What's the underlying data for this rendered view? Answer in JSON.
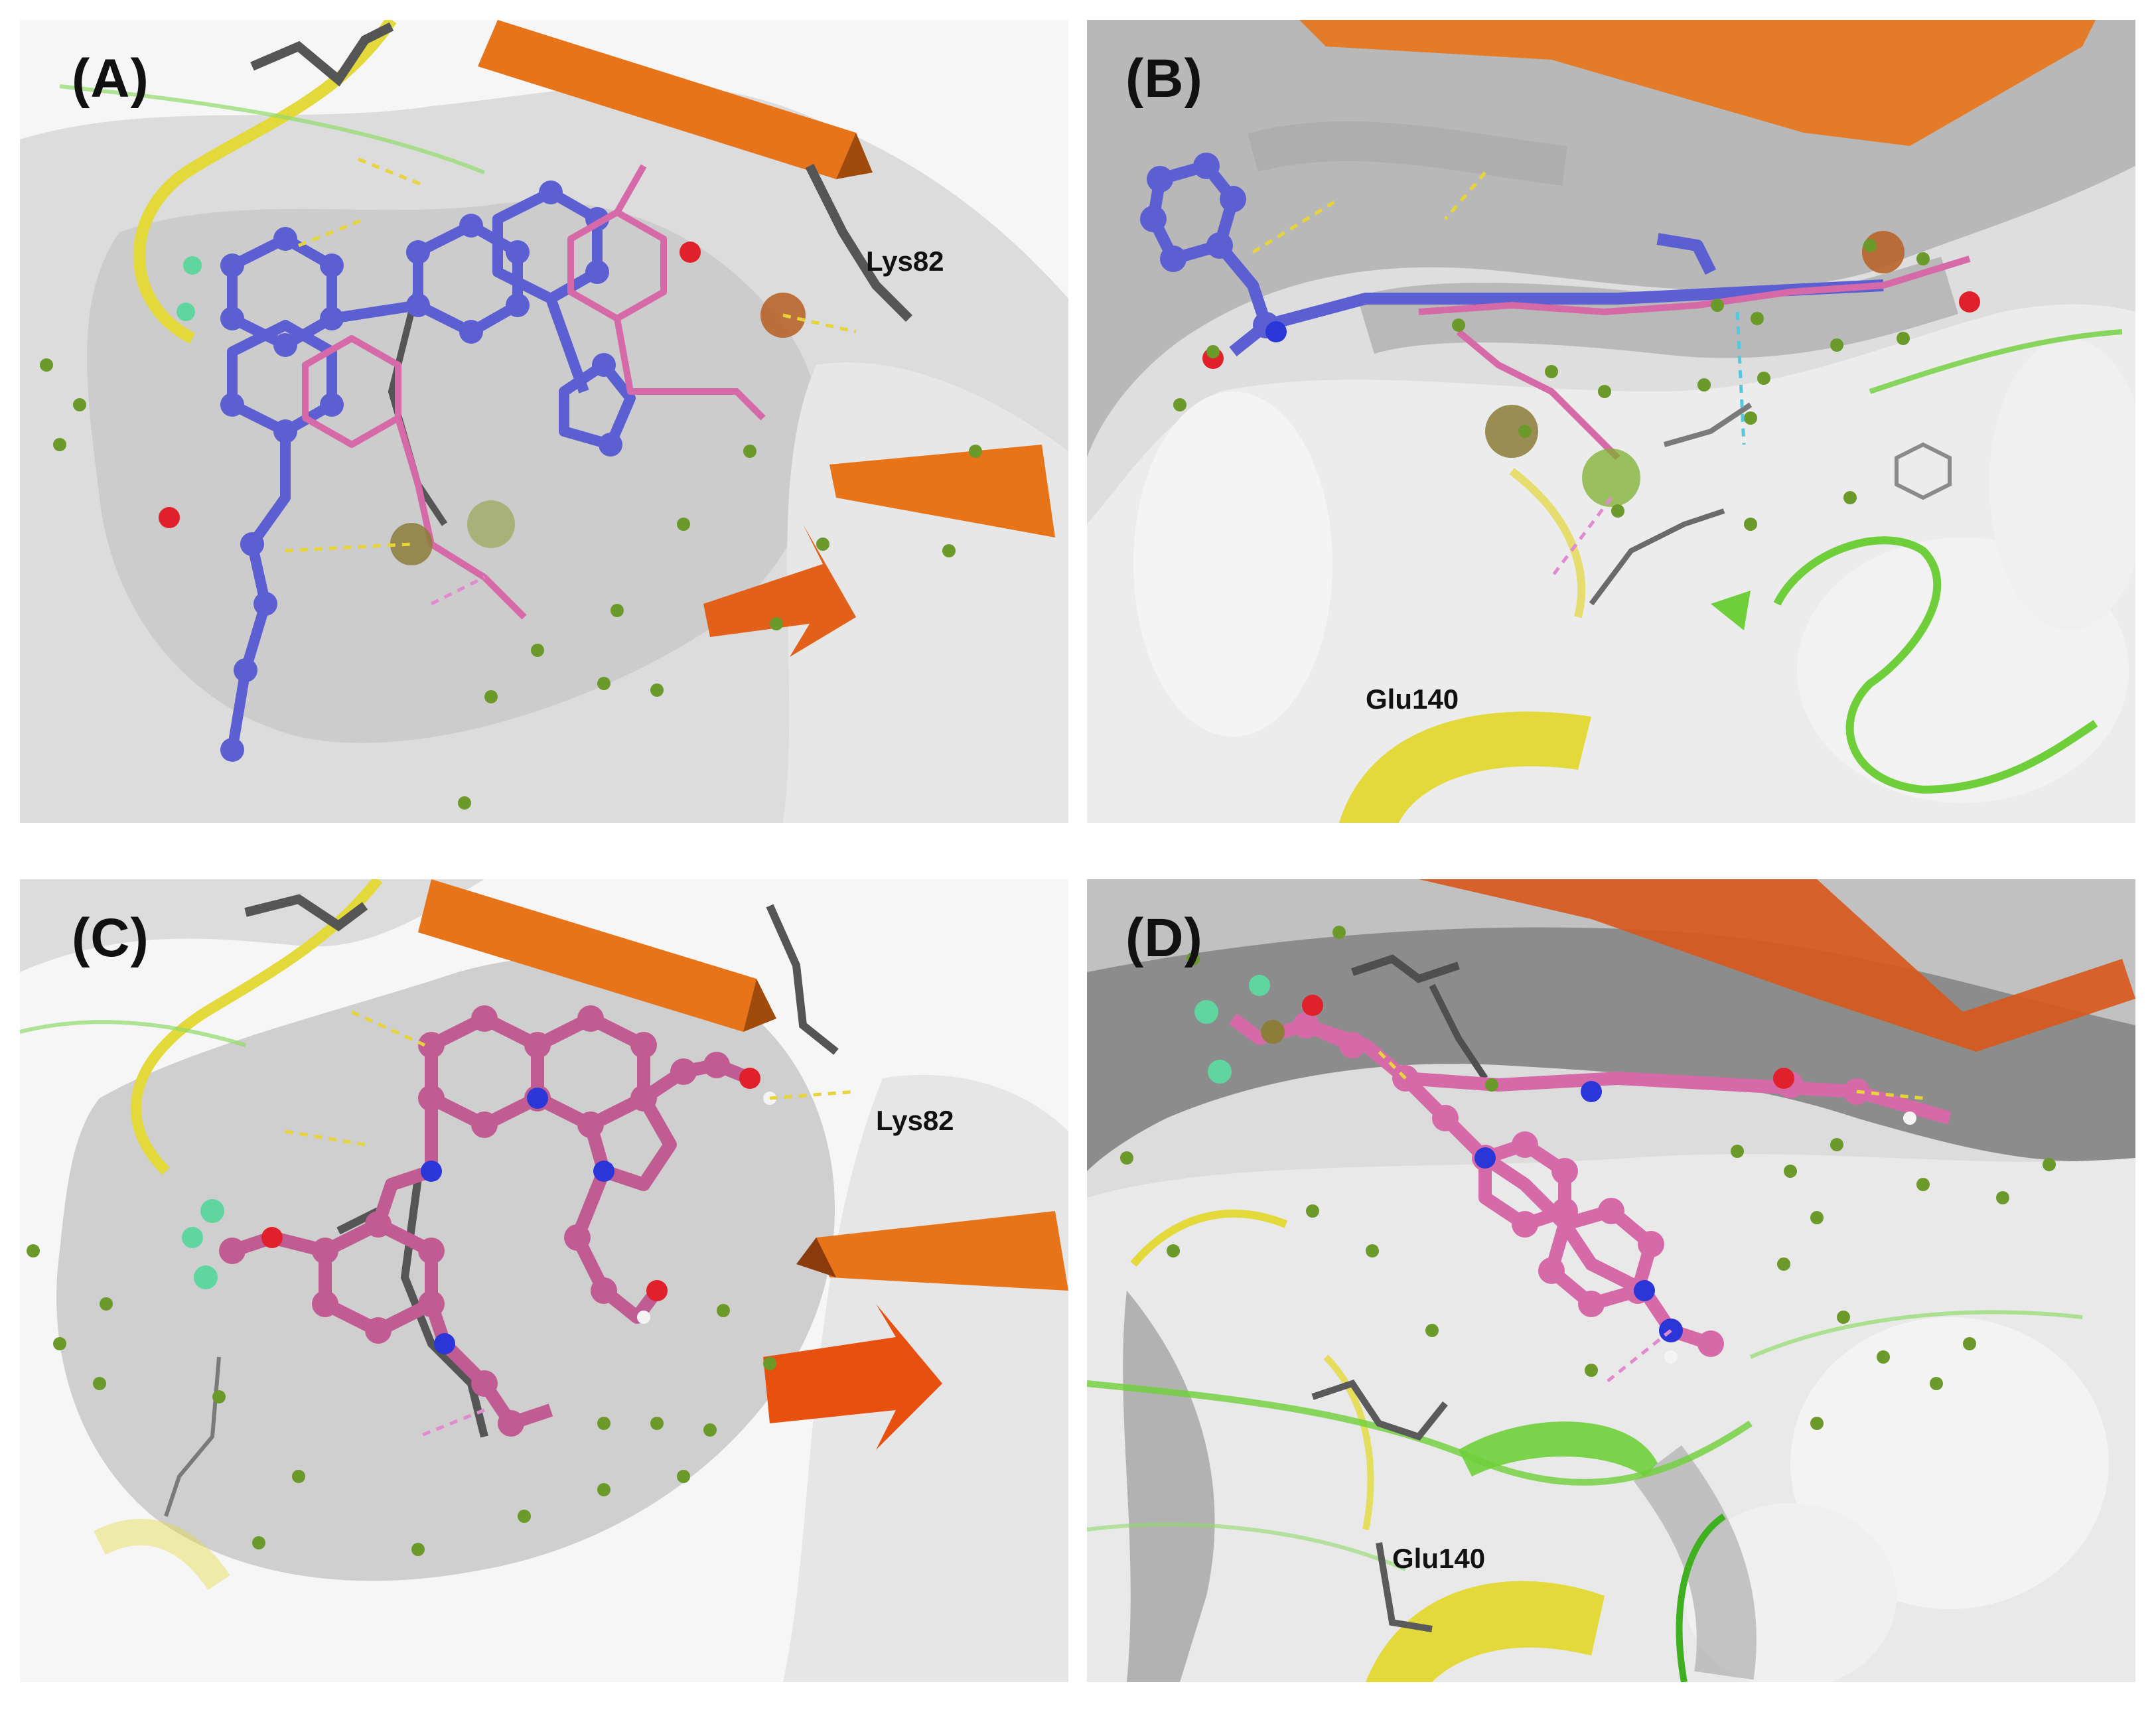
{
  "figure": {
    "background": "#ffffff",
    "panels": [
      {
        "id": "A",
        "label": "(A)",
        "residue_labels": [
          "Lys82"
        ]
      },
      {
        "id": "B",
        "label": "(B)",
        "residue_labels": [
          "Glu140"
        ]
      },
      {
        "id": "C",
        "label": "(C)",
        "residue_labels": [
          "Lys82"
        ]
      },
      {
        "id": "D",
        "label": "(D)",
        "residue_labels": [
          "Glu140"
        ]
      }
    ]
  },
  "colors": {
    "surface": "#d7d7d7",
    "surface_dark": "#8c8c8c",
    "ligand_blue": "#5b5fd1",
    "ligand_pink": "#d66aa8",
    "beta_sheet": "#e8741a",
    "helix_yellow": "#e3d93a",
    "loop_green": "#6fcf3a",
    "residue_gray": "#555555",
    "water_green": "#6b9a2a",
    "hbond_yellow": "#e6d43a",
    "fluorine": "#5fd6a0",
    "oxygen": "#e0202a",
    "nitrogen": "#2a36d8"
  }
}
